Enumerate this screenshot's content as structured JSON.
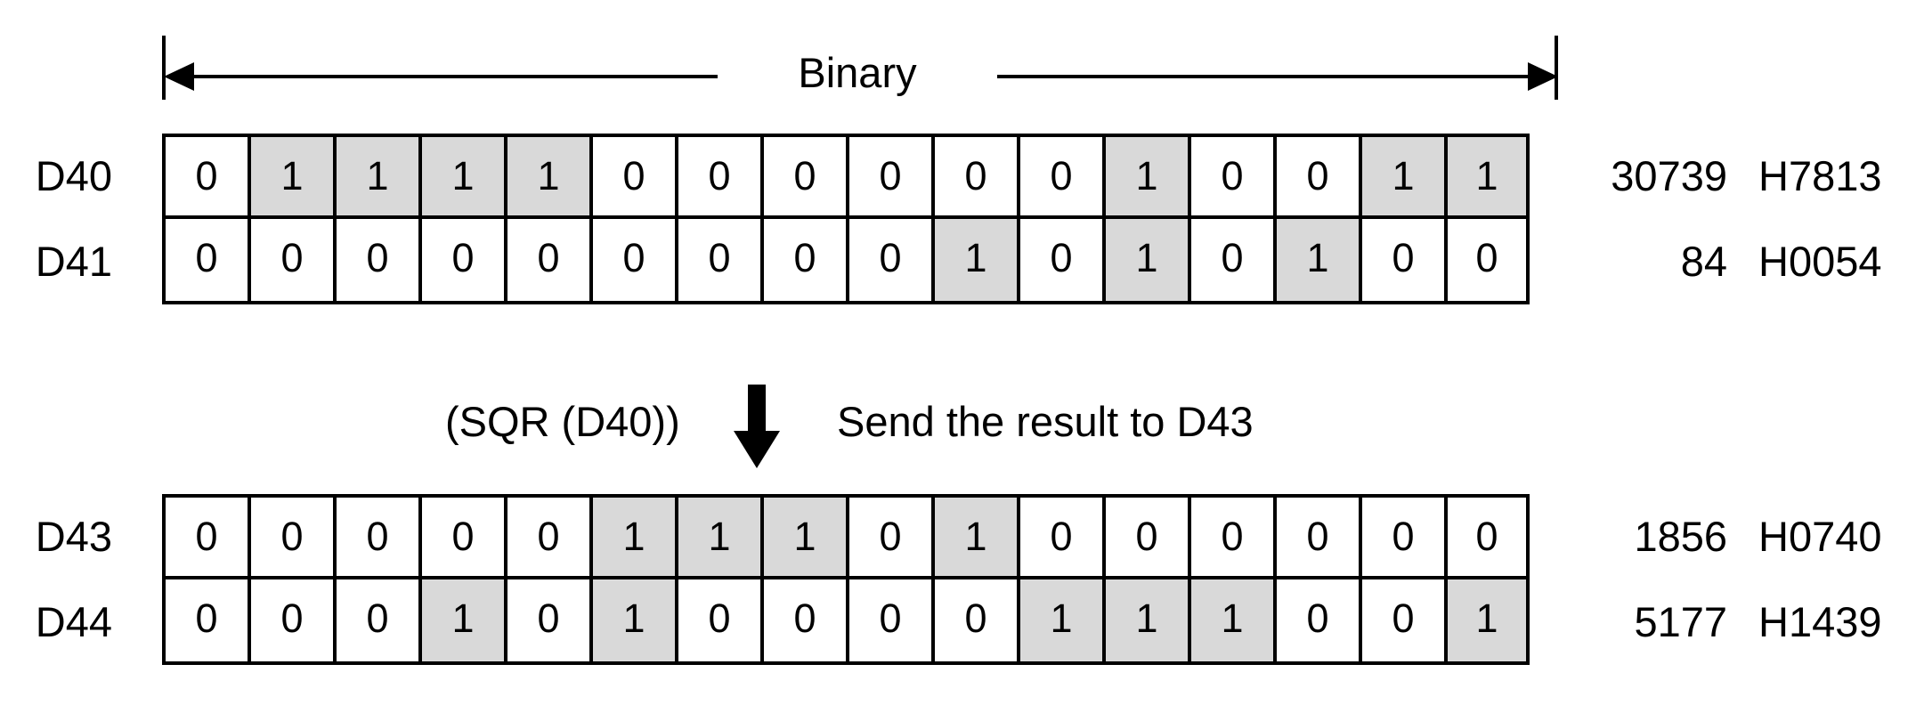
{
  "header": {
    "binary_label": "Binary"
  },
  "middle": {
    "expression": "(SQR (D40))",
    "note": "Send the result to D43",
    "arrow": "down-arrow"
  },
  "blocks": [
    {
      "name": "source-block",
      "rows": [
        {
          "register": "D40",
          "bits": [
            "0",
            "1",
            "1",
            "1",
            "1",
            "0",
            "0",
            "0",
            "0",
            "0",
            "0",
            "1",
            "0",
            "0",
            "1",
            "1"
          ],
          "decimal": "30739",
          "hex": "H7813"
        },
        {
          "register": "D41",
          "bits": [
            "0",
            "0",
            "0",
            "0",
            "0",
            "0",
            "0",
            "0",
            "0",
            "1",
            "0",
            "1",
            "0",
            "1",
            "0",
            "0"
          ],
          "decimal": "84",
          "hex": "H0054"
        }
      ]
    },
    {
      "name": "result-block",
      "rows": [
        {
          "register": "D43",
          "bits": [
            "0",
            "0",
            "0",
            "0",
            "0",
            "1",
            "1",
            "1",
            "0",
            "1",
            "0",
            "0",
            "0",
            "0",
            "0",
            "0"
          ],
          "decimal": "1856",
          "hex": "H0740"
        },
        {
          "register": "D44",
          "bits": [
            "0",
            "0",
            "0",
            "1",
            "0",
            "1",
            "0",
            "0",
            "0",
            "0",
            "1",
            "1",
            "1",
            "0",
            "0",
            "1"
          ],
          "decimal": "5177",
          "hex": "H1439"
        }
      ]
    }
  ],
  "colors": {
    "bit_on_fill": "#d9d9d9",
    "bit_off_fill": "#ffffff",
    "line": "#000000"
  }
}
